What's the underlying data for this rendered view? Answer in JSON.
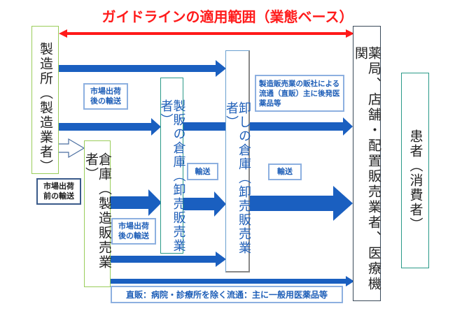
{
  "title": "ガイドラインの適用範囲（業態ベース）",
  "colors": {
    "scope_arrow": "#ff1a1a",
    "flow_arrow": "#1a5fc0",
    "green_border": "#9acd5a",
    "teal_border": "#2a9a88",
    "dark_border": "#3a4a5a",
    "label_text": "#1f5fb8"
  },
  "nodes": {
    "manufacturer": "製造所（製造業者）",
    "mfr_warehouse": "倉庫（製造販売業者）",
    "sales_warehouse": "製販の倉庫（卸売販売業者）",
    "wholesale_warehouse": "卸しの倉庫（卸売販売業者）",
    "pharmacy": "薬局、店舗・配置販売業者、医療機関",
    "patient": "患者（消費者）"
  },
  "labels": {
    "post_market_1": "市場出荷後の輸送",
    "pre_market": "市場出荷前の輸送",
    "post_market_2": "市場出荷後の輸送",
    "transport_1": "輸送",
    "transport_2": "輸送",
    "direct_sales_generic": "製造販売業の販社による流通（直販）主に後発医薬品等",
    "direct_sales_otc": "直販：病院・診療所を除く流通：主に一般用医薬品等"
  }
}
